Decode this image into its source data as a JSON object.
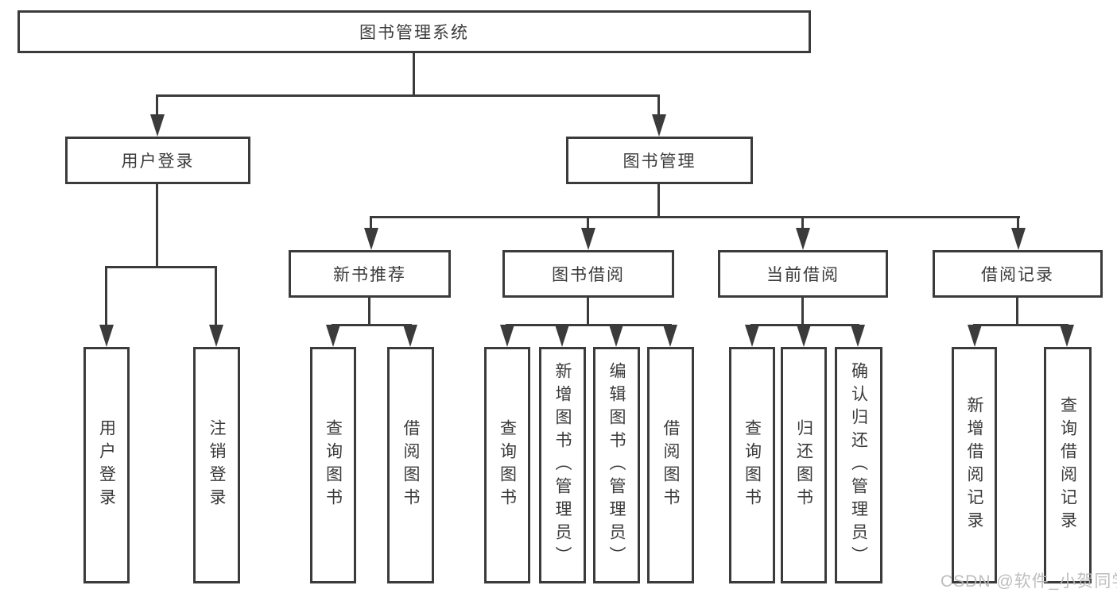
{
  "tree": {
    "root": {
      "label": "图书管理系统"
    },
    "level2": [
      {
        "label": "用户登录"
      },
      {
        "label": "图书管理"
      }
    ],
    "level3": [
      {
        "label": "新书推荐"
      },
      {
        "label": "图书借阅"
      },
      {
        "label": "当前借阅"
      },
      {
        "label": "借阅记录"
      }
    ],
    "leaves": [
      {
        "label": "用户登录"
      },
      {
        "label": "注销登录"
      },
      {
        "label": "查询图书"
      },
      {
        "label": "借阅图书"
      },
      {
        "label": "查询图书"
      },
      {
        "label": "新增图书（管理员）"
      },
      {
        "label": "编辑图书（管理员）"
      },
      {
        "label": "借阅图书"
      },
      {
        "label": "查询图书"
      },
      {
        "label": "归还图书"
      },
      {
        "label": "确认归还（管理员）"
      },
      {
        "label": "新增借阅记录"
      },
      {
        "label": "查询借阅记录"
      }
    ]
  },
  "watermark": {
    "text": "CSDN @软件_小贺同学"
  },
  "colors": {
    "line": "#3b3b3b",
    "text": "#3a3a3a",
    "watermark": "#b9b9b9",
    "background": "#ffffff"
  }
}
